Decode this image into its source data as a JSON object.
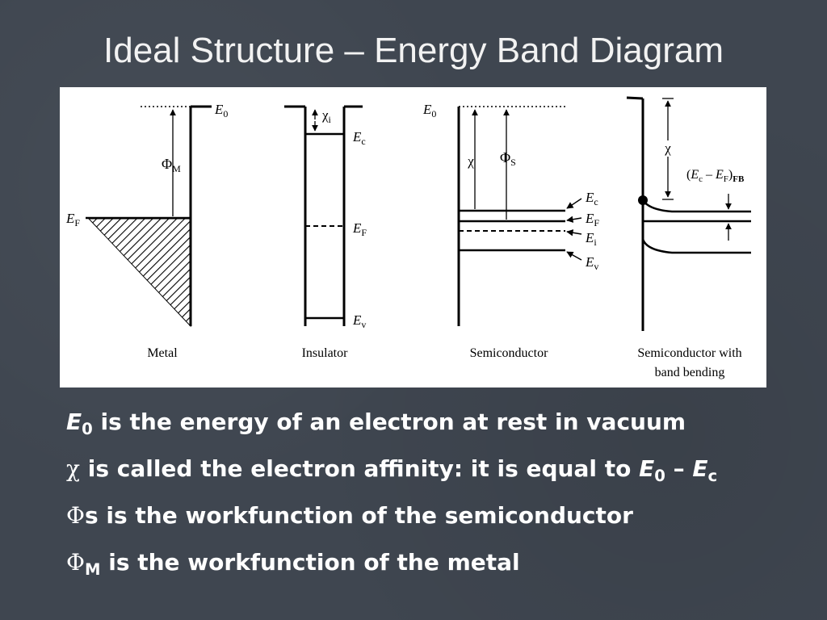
{
  "title": "Ideal Structure – Energy Band Diagram",
  "diagram": {
    "panels": {
      "metal": "Metal",
      "insulator": "Insulator",
      "semiconductor": "Semiconductor",
      "bending_line1": "Semiconductor with",
      "bending_line2": "band bending"
    },
    "symbols": {
      "E": "E",
      "zero": "0",
      "c": "c",
      "F": "F",
      "v": "v",
      "i": "i",
      "Phi": "Φ",
      "M": "M",
      "S": "S",
      "chi": "χ",
      "FB": "FB",
      "open_paren": "(",
      "minus": " – ",
      "close_paren": ")"
    }
  },
  "bullets": {
    "b1": {
      "sym": "E",
      "sub": "0",
      "text": " is the energy of an electron at rest in vacuum"
    },
    "b2": {
      "sym": "χ",
      "text": " is called the electron affinity: it is equal to ",
      "e0": "E",
      "e0_sub": "0",
      "dash": " – ",
      "ec": "E",
      "ec_sub": "c"
    },
    "b3": {
      "sym": "Φ",
      "text": "s is the workfunction of the semiconductor"
    },
    "b4": {
      "sym": "Φ",
      "sub": "M",
      "text": " is the workfunction of the metal"
    }
  }
}
